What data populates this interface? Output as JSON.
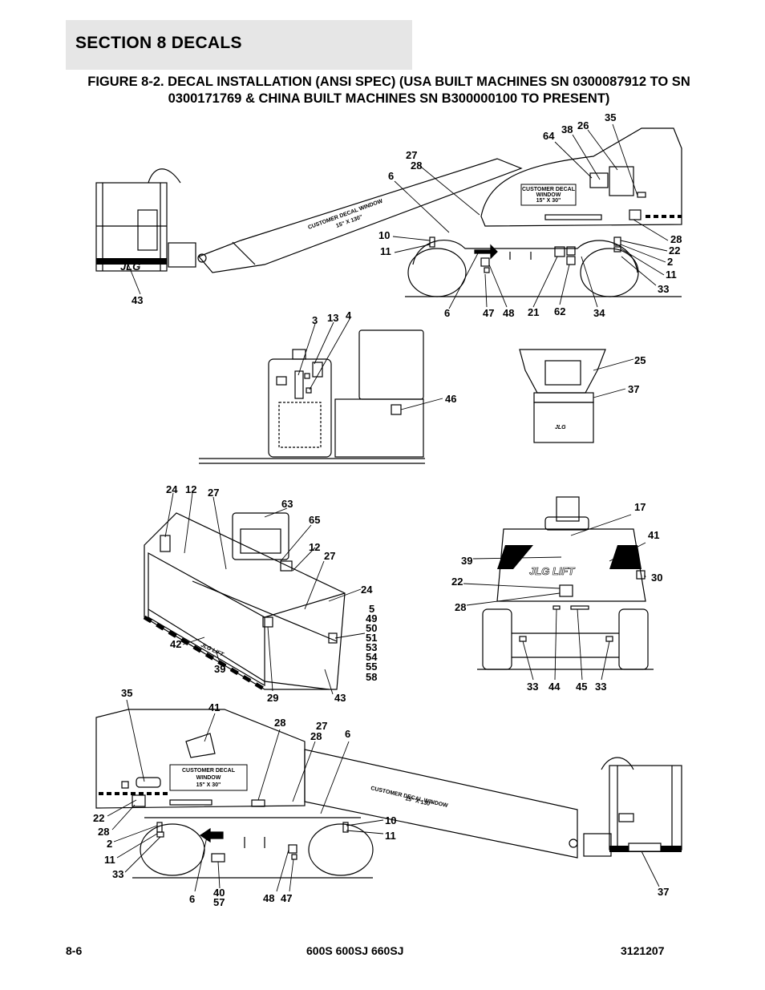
{
  "header": {
    "section": "SECTION 8   DECALS"
  },
  "figure": {
    "title": "FIGURE 8-2. DECAL INSTALLATION (ANSI SPEC) (USA BUILT MACHINES SN 0300087912 TO SN 0300171769 & CHINA BUILT MACHINES SN B300000100 TO PRESENT)"
  },
  "labels": {
    "cdw_small": [
      "CUSTOMER DECAL",
      "WINDOW",
      "15\" X 30\""
    ],
    "cdw_boom": "CUSTOMER DECAL WINDOW",
    "cdw_boom_size": "15\" X 130\"",
    "cdw_bottom": [
      "CUSTOMER DECAL",
      "WINDOW",
      "15\" X 30\""
    ],
    "jlg_lift": "JLG LIFT",
    "jlg": "JLG"
  },
  "callouts": [
    {
      "id": "c-64",
      "t": "64"
    },
    {
      "id": "c-38",
      "t": "38"
    },
    {
      "id": "c-26",
      "t": "26"
    },
    {
      "id": "c-35a",
      "t": "35"
    },
    {
      "id": "c-27a",
      "t": "27"
    },
    {
      "id": "c-28a",
      "t": "28"
    },
    {
      "id": "c-6a",
      "t": "6"
    },
    {
      "id": "c-10a",
      "t": "10"
    },
    {
      "id": "c-11a",
      "t": "11"
    },
    {
      "id": "c-43a",
      "t": "43"
    },
    {
      "id": "c-28b",
      "t": "28"
    },
    {
      "id": "c-22a",
      "t": "22"
    },
    {
      "id": "c-2a",
      "t": "2"
    },
    {
      "id": "c-11b",
      "t": "11"
    },
    {
      "id": "c-33a",
      "t": "33"
    },
    {
      "id": "c-6b",
      "t": "6"
    },
    {
      "id": "c-47a",
      "t": "47"
    },
    {
      "id": "c-48a",
      "t": "48"
    },
    {
      "id": "c-21",
      "t": "21"
    },
    {
      "id": "c-62",
      "t": "62"
    },
    {
      "id": "c-34",
      "t": "34"
    },
    {
      "id": "c-3",
      "t": "3"
    },
    {
      "id": "c-13",
      "t": "13"
    },
    {
      "id": "c-4",
      "t": "4"
    },
    {
      "id": "c-46",
      "t": "46"
    },
    {
      "id": "c-25",
      "t": "25"
    },
    {
      "id": "c-37a",
      "t": "37"
    },
    {
      "id": "c-24a",
      "t": "24"
    },
    {
      "id": "c-12a",
      "t": "12"
    },
    {
      "id": "c-27b",
      "t": "27"
    },
    {
      "id": "c-63",
      "t": "63"
    },
    {
      "id": "c-65",
      "t": "65"
    },
    {
      "id": "c-12b",
      "t": "12"
    },
    {
      "id": "c-27c",
      "t": "27"
    },
    {
      "id": "c-24b",
      "t": "24"
    },
    {
      "id": "c-5",
      "t": "5"
    },
    {
      "id": "c-49",
      "t": "49"
    },
    {
      "id": "c-50",
      "t": "50"
    },
    {
      "id": "c-51",
      "t": "51"
    },
    {
      "id": "c-53",
      "t": "53"
    },
    {
      "id": "c-54",
      "t": "54"
    },
    {
      "id": "c-55",
      "t": "55"
    },
    {
      "id": "c-58",
      "t": "58"
    },
    {
      "id": "c-42",
      "t": "42"
    },
    {
      "id": "c-39a",
      "t": "39"
    },
    {
      "id": "c-29",
      "t": "29"
    },
    {
      "id": "c-43b",
      "t": "43"
    },
    {
      "id": "c-17",
      "t": "17"
    },
    {
      "id": "c-41a",
      "t": "41"
    },
    {
      "id": "c-39b",
      "t": "39"
    },
    {
      "id": "c-30",
      "t": "30"
    },
    {
      "id": "c-22b",
      "t": "22"
    },
    {
      "id": "c-28c",
      "t": "28"
    },
    {
      "id": "c-33b",
      "t": "33"
    },
    {
      "id": "c-44",
      "t": "44"
    },
    {
      "id": "c-45",
      "t": "45"
    },
    {
      "id": "c-33c",
      "t": "33"
    },
    {
      "id": "c-35b",
      "t": "35"
    },
    {
      "id": "c-41b",
      "t": "41"
    },
    {
      "id": "c-28d",
      "t": "28"
    },
    {
      "id": "c-27d",
      "t": "27"
    },
    {
      "id": "c-28e",
      "t": "28"
    },
    {
      "id": "c-6c",
      "t": "6"
    },
    {
      "id": "c-22c",
      "t": "22"
    },
    {
      "id": "c-28f",
      "t": "28"
    },
    {
      "id": "c-2b",
      "t": "2"
    },
    {
      "id": "c-11c",
      "t": "11"
    },
    {
      "id": "c-33d",
      "t": "33"
    },
    {
      "id": "c-10b",
      "t": "10"
    },
    {
      "id": "c-11d",
      "t": "11"
    },
    {
      "id": "c-6d",
      "t": "6"
    },
    {
      "id": "c-40",
      "t": "40"
    },
    {
      "id": "c-57",
      "t": "57"
    },
    {
      "id": "c-48b",
      "t": "48"
    },
    {
      "id": "c-47b",
      "t": "47"
    },
    {
      "id": "c-37b",
      "t": "37"
    }
  ],
  "footer": {
    "page": "8-6",
    "models": "600S 600SJ 660SJ",
    "doc": "3121207"
  }
}
